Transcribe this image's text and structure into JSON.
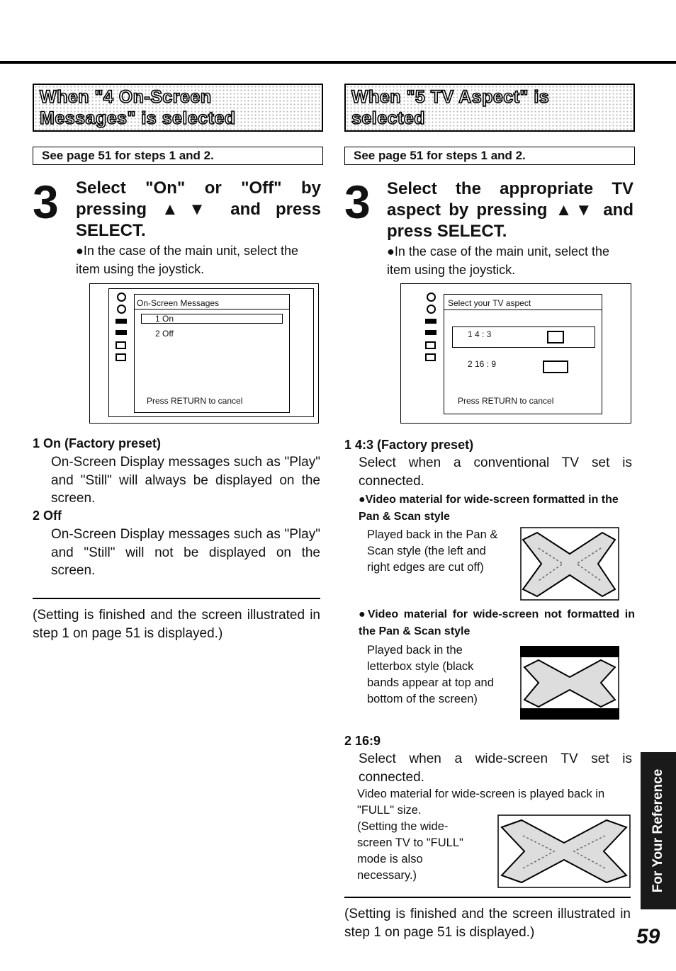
{
  "left": {
    "banner_line1": "When \"4 On-Screen",
    "banner_line2": "Messages\" is selected",
    "see_page": "See page 51 for steps 1 and 2.",
    "step_number": "3",
    "heading": "Select \"On\" or \"Off\" by pressing ▲▼ and press SELECT.",
    "bullet": "●In the case of the main unit, select the item using the joystick.",
    "screen": {
      "title": "On-Screen Messages",
      "options": [
        "1   On",
        "2   Off"
      ],
      "footer": "Press RETURN to cancel"
    },
    "item1_title": "1  On (Factory preset)",
    "item1_body": "On-Screen Display messages such as \"Play\" and \"Still\" will always be displayed on the screen.",
    "item2_title": "2  Off",
    "item2_body": "On-Screen Display messages such as \"Play\" and \"Still\" will not be displayed on the screen.",
    "closing": "(Setting is finished and the screen illustrated in step 1 on page 51 is displayed.)"
  },
  "right": {
    "banner_line1": "When \"5 TV Aspect\" is",
    "banner_line2": "selected",
    "see_page": "See page 51 for steps 1 and 2.",
    "step_number": "3",
    "heading": "Select the appropriate TV aspect by pressing ▲▼ and press SELECT.",
    "bullet": "●In the case of the main unit, select the item using the joystick.",
    "screen": {
      "title": "Select your TV aspect",
      "options": [
        "1      4 : 3",
        "2    16 : 9"
      ],
      "footer": "Press RETURN to cancel"
    },
    "item1_title": "1  4:3 (Factory preset)",
    "item1_body": "Select when a conventional TV set is connected.",
    "sub1_title": "●Video material for wide-screen formatted in the Pan & Scan style",
    "sub1_body": "Played back in the Pan & Scan style (the left and right edges are cut off)",
    "sub2_title": "●Video material for wide-screen not formatted in the Pan & Scan style",
    "sub2_body": "Played back in the letterbox style (black bands appear at top and bottom of the screen)",
    "item2_title": "2  16:9",
    "item2_body": "Select when a wide-screen TV set is connected.",
    "item2_note": "Video material for wide-screen is played back in \"FULL\" size.",
    "item2_note2": "(Setting the wide-screen TV to \"FULL\" mode is also necessary.)",
    "closing": "(Setting is finished and the screen illustrated in step 1 on page 51 is displayed.)"
  },
  "side_tab": "For Your Reference",
  "page_number": "59"
}
